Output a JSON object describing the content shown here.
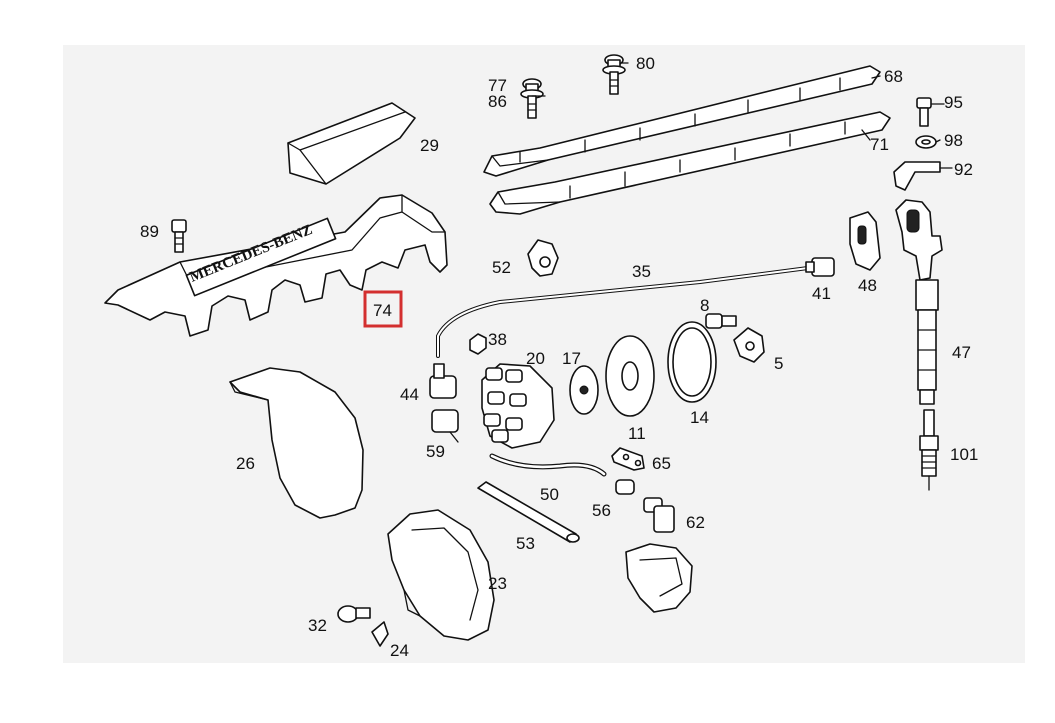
{
  "colors": {
    "background": "#ffffff",
    "panel": "#f3f3f3",
    "highlight": "#d32f2f",
    "ink": "#111111"
  },
  "cover_text": "MERCEDES-BENZ",
  "highlighted_part": "74",
  "parts": [
    {
      "id": "p29",
      "label": "29"
    },
    {
      "id": "p89",
      "label": "89"
    },
    {
      "id": "p74",
      "label": "74"
    },
    {
      "id": "p26",
      "label": "26"
    },
    {
      "id": "p77",
      "label": "77"
    },
    {
      "id": "p86",
      "label": "86"
    },
    {
      "id": "p80",
      "label": "80"
    },
    {
      "id": "p68",
      "label": "68"
    },
    {
      "id": "p71",
      "label": "71"
    },
    {
      "id": "p95",
      "label": "95"
    },
    {
      "id": "p98",
      "label": "98"
    },
    {
      "id": "p92",
      "label": "92"
    },
    {
      "id": "p52",
      "label": "52"
    },
    {
      "id": "p35",
      "label": "35"
    },
    {
      "id": "p41",
      "label": "41"
    },
    {
      "id": "p48",
      "label": "48"
    },
    {
      "id": "p8",
      "label": "8"
    },
    {
      "id": "p5",
      "label": "5"
    },
    {
      "id": "p47",
      "label": "47"
    },
    {
      "id": "p38",
      "label": "38"
    },
    {
      "id": "p20",
      "label": "20"
    },
    {
      "id": "p17",
      "label": "17"
    },
    {
      "id": "p44",
      "label": "44"
    },
    {
      "id": "p59",
      "label": "59"
    },
    {
      "id": "p11",
      "label": "11"
    },
    {
      "id": "p14",
      "label": "14"
    },
    {
      "id": "p65",
      "label": "65"
    },
    {
      "id": "p50",
      "label": "50"
    },
    {
      "id": "p56",
      "label": "56"
    },
    {
      "id": "p62",
      "label": "62"
    },
    {
      "id": "p53",
      "label": "53"
    },
    {
      "id": "p23",
      "label": "23"
    },
    {
      "id": "p32",
      "label": "32"
    },
    {
      "id": "p24",
      "label": "24"
    },
    {
      "id": "p101",
      "label": "101"
    }
  ]
}
